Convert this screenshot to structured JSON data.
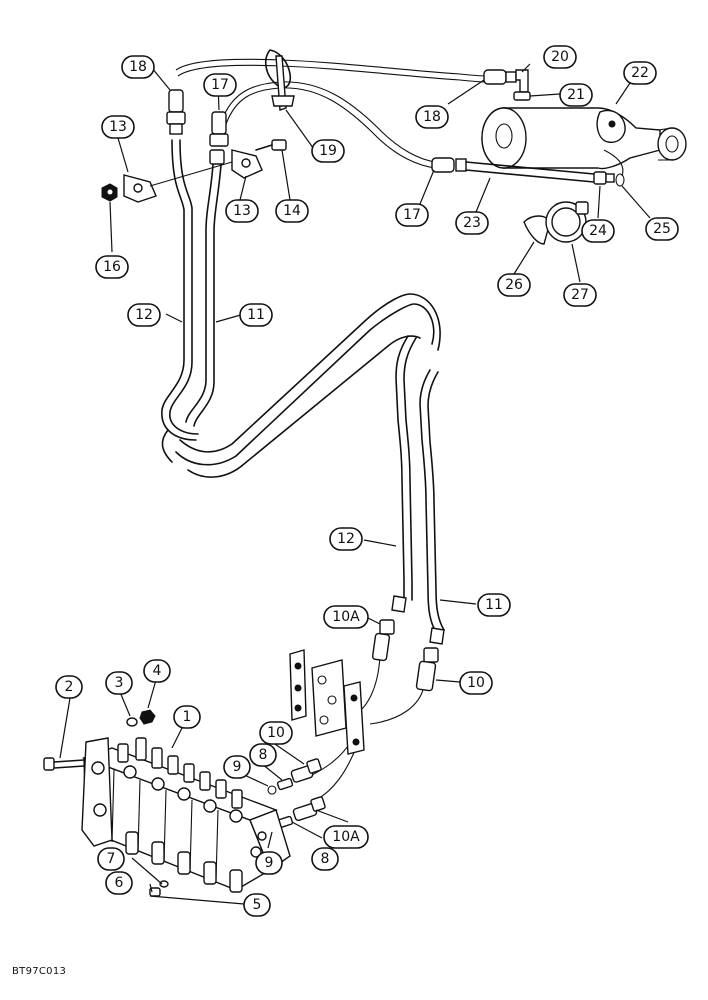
{
  "figure_code": "BT97C013",
  "callouts": [
    {
      "id": "c18a",
      "label": "18"
    },
    {
      "id": "c17a",
      "label": "17"
    },
    {
      "id": "c13a",
      "label": "13"
    },
    {
      "id": "c16",
      "label": "16"
    },
    {
      "id": "c13b",
      "label": "13"
    },
    {
      "id": "c14",
      "label": "14"
    },
    {
      "id": "c19",
      "label": "19"
    },
    {
      "id": "c18b",
      "label": "18"
    },
    {
      "id": "c20",
      "label": "20"
    },
    {
      "id": "c21",
      "label": "21"
    },
    {
      "id": "c22",
      "label": "22"
    },
    {
      "id": "c17b",
      "label": "17"
    },
    {
      "id": "c23",
      "label": "23"
    },
    {
      "id": "c24",
      "label": "24"
    },
    {
      "id": "c25",
      "label": "25"
    },
    {
      "id": "c26",
      "label": "26"
    },
    {
      "id": "c27",
      "label": "27"
    },
    {
      "id": "c12a",
      "label": "12"
    },
    {
      "id": "c11a",
      "label": "11"
    },
    {
      "id": "c12b",
      "label": "12"
    },
    {
      "id": "c11b",
      "label": "11"
    },
    {
      "id": "c10Aa",
      "label": "10A"
    },
    {
      "id": "c10a",
      "label": "10"
    },
    {
      "id": "c2",
      "label": "2"
    },
    {
      "id": "c3",
      "label": "3"
    },
    {
      "id": "c4",
      "label": "4"
    },
    {
      "id": "c1",
      "label": "1"
    },
    {
      "id": "c10b",
      "label": "10"
    },
    {
      "id": "c9a",
      "label": "9"
    },
    {
      "id": "c8a",
      "label": "8"
    },
    {
      "id": "c10Ab",
      "label": "10A"
    },
    {
      "id": "c8b",
      "label": "8"
    },
    {
      "id": "c9b",
      "label": "9"
    },
    {
      "id": "c7",
      "label": "7"
    },
    {
      "id": "c6",
      "label": "6"
    },
    {
      "id": "c5",
      "label": "5"
    }
  ]
}
